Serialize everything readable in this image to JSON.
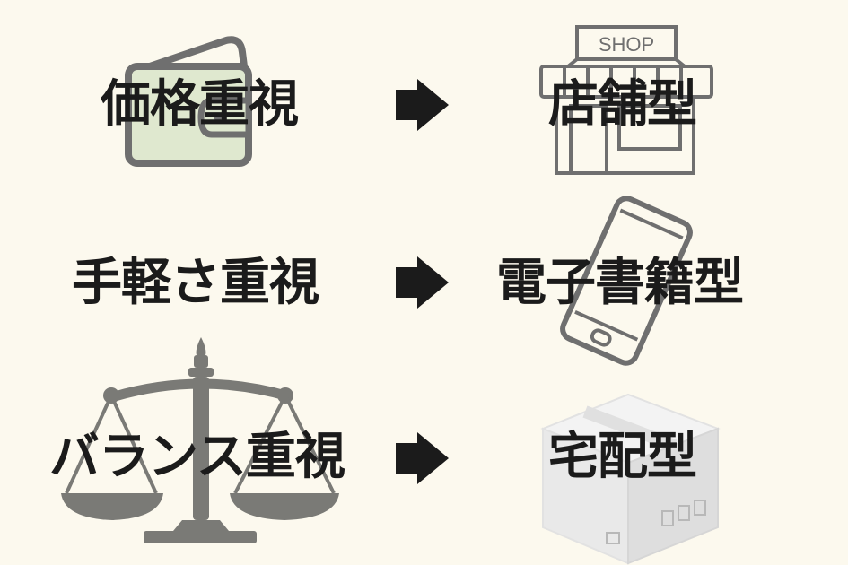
{
  "rows": [
    {
      "left": "価格重視",
      "right": "店舗型"
    },
    {
      "left": "手軽さ重視",
      "right": "電子書籍型"
    },
    {
      "left": "バランス重視",
      "right": "宅配型"
    }
  ],
  "shop_sign": "SHOP",
  "icons": {
    "row1_left": "wallet-icon",
    "row1_right": "shop-icon",
    "row2_right": "smartphone-icon",
    "row3_left": "balance-scale-icon",
    "row3_right": "cardboard-box-icon",
    "arrow": "right-arrow-icon"
  },
  "colors": {
    "background": "#fcf9ee",
    "text": "#1b1b1b",
    "icon_gray": "#6f6f6f",
    "wallet_fill": "#dfe8cf",
    "box_fill": "#eeeeee"
  }
}
